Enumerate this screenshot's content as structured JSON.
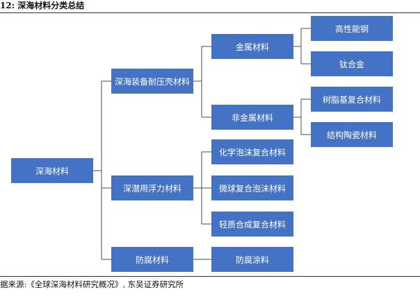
{
  "caption": "12:  深海材料分类总结",
  "source": "据来源:《全球深海材料研究概况》, 东吴证券研究所",
  "colors": {
    "node_fill": "#4472c4",
    "node_text": "#ffffff",
    "connector": "#4a4a4a"
  },
  "tree": {
    "root": "深海材料",
    "level1": [
      "深海装备耐压壳材料",
      "深潜用浮力材料",
      "防腐材料"
    ],
    "level2": [
      "金属材料",
      "非金属材料",
      "化学泡沫复合材料",
      "微球复合泡沫材料",
      "轻质合成复合材料",
      "防腐涂料"
    ],
    "level3": [
      "高性能钢",
      "钛合金",
      "树脂基复合材料",
      "结构陶瓷材料"
    ]
  }
}
